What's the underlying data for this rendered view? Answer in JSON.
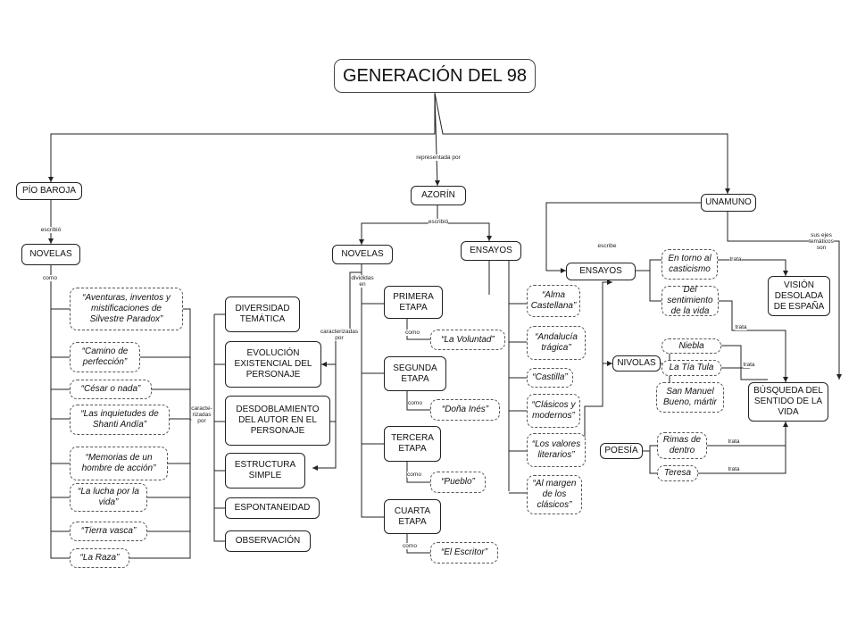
{
  "title": "GENERACIÓN DEL 98",
  "edge_labels": {
    "representada": "representada por",
    "escribio_baroja": "escribió",
    "escribio_azorin": "escribió",
    "como_baroja": "como",
    "caracterizadas_baroja": "caracte-\nrizadas\npor",
    "divididas": "divididas\nen",
    "caracterizadas_azorin": "caracterizadas\npor",
    "como_1": "como",
    "como_2": "como",
    "como_3": "como",
    "como_4": "como",
    "escribe_unamuno": "escribe",
    "sus_ejes": "sus ejes\ntemáticos\nson",
    "trata_1": "trata",
    "trata_2": "trata",
    "trata_3": "trata",
    "trata_4": "trata",
    "trata_5": "trata"
  },
  "baroja": {
    "author": "PÍO BAROJA",
    "novelas": "NOVELAS",
    "works": [
      "“Aventuras, inventos y mistificaciones de Silvestre Paradox”",
      "“Camino de perfección”",
      "“César o nada”",
      "“Las inquietudes de Shanti Andía”",
      "“Memorias de un hombre de acción”",
      "“La lucha por la vida”",
      "“Tierra vasca”",
      "“La Raza”"
    ],
    "features": [
      "DIVERSIDAD TEMÁTICA",
      "EVOLUCIÓN EXISTENCIAL DEL PERSONAJE",
      "DESDOBLAMIENTO DEL AUTOR EN EL PERSONAJE",
      "ESTRUCTURA SIMPLE",
      "ESPONTANEIDAD",
      "OBSERVACIÓN"
    ]
  },
  "azorin": {
    "author": "AZORÍN",
    "novelas": "NOVELAS",
    "ensayos": "ENSAYOS",
    "stages": [
      "PRIMERA ETAPA",
      "SEGUNDA ETAPA",
      "TERCERA ETAPA",
      "CUARTA ETAPA"
    ],
    "stage_works": [
      "“La Voluntad”",
      "“Doña Inés”",
      "“Pueblo”",
      "“El Escritor”"
    ],
    "essays": [
      "“Alma Castellana”",
      "“Andalucía trágica”",
      "“Castilla”",
      "“Clásicos y modernos”",
      "“Los valores literarios”",
      "“Al margen de los clásicos”"
    ]
  },
  "unamuno": {
    "author": "UNAMUNO",
    "ensayos": "ENSAYOS",
    "essays": [
      "En torno al casticismo",
      "Del sentimiento de la vida"
    ],
    "nivolas_label": "NIVOLAS",
    "nivolas": [
      "Niebla",
      "La Tía Tula",
      "San Manuel Bueno, mártir"
    ],
    "poesia_label": "POESÍA",
    "poesia": [
      "Rimas de dentro",
      "Teresa"
    ],
    "themes": [
      "VISIÓN DESOLADA DE ESPAÑA",
      "BÚSQUEDA DEL SENTIDO DE LA VIDA"
    ]
  }
}
